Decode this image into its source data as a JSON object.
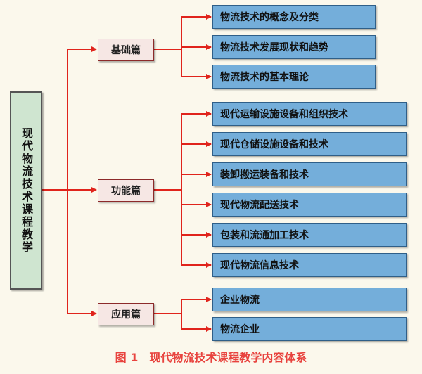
{
  "root": {
    "label": "现代物流技术课程教学"
  },
  "categories": [
    {
      "label": "基础篇",
      "items": [
        "物流技术的概念及分类",
        "物流技术发展现状和趋势",
        "物流技术的基本理论"
      ]
    },
    {
      "label": "功能篇",
      "items": [
        "现代运输设施设备和组织技术",
        "现代仓储设施设备和技术",
        "装卸搬运装备和技术",
        "现代物流配送技术",
        "包装和流通加工技术",
        "现代物流信息技术"
      ]
    },
    {
      "label": "应用篇",
      "items": [
        "企业物流",
        "物流企业"
      ]
    }
  ],
  "caption": {
    "number": "图 1",
    "text": "现代物流技术课程教学内容体系"
  },
  "colors": {
    "connector": "#e0241c",
    "leaf_fill": "#74aeda",
    "category_fill": "#f6e7e4",
    "root_fill": "#cfe5d0"
  }
}
